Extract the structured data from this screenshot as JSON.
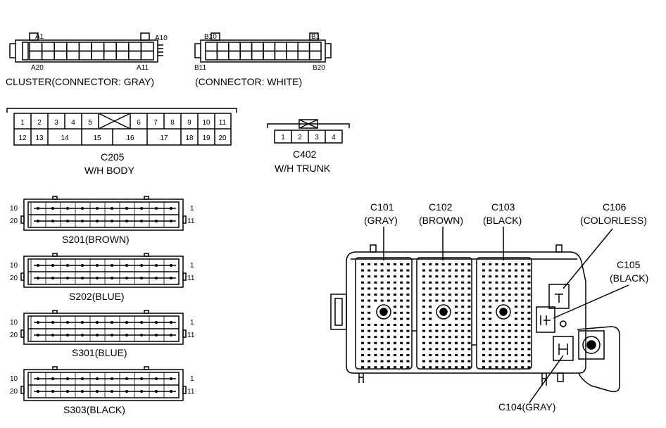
{
  "cluster_gray": {
    "caption": "CLUSTER(CONNECTOR: GRAY)",
    "pin_a1": "A1",
    "pin_a10": "A10",
    "pin_a20": "A20",
    "pin_a11": "A11"
  },
  "cluster_white": {
    "caption": "(CONNECTOR: WHITE)",
    "pin_b10": "B10",
    "pin_b1": "B1",
    "pin_b11": "B11",
    "pin_b20": "B20"
  },
  "c205": {
    "name": "C205",
    "subtitle": "W/H BODY",
    "top_row": [
      "1",
      "2",
      "3",
      "4",
      "5",
      "6",
      "7",
      "8",
      "9",
      "10",
      "11"
    ],
    "bottom_row": [
      "12",
      "13",
      "14",
      "15",
      "16",
      "17",
      "18",
      "19",
      "20"
    ]
  },
  "c402": {
    "name": "C402",
    "subtitle": "W/H TRUNK",
    "pins": [
      "1",
      "2",
      "3",
      "4"
    ]
  },
  "splices": [
    {
      "label": "S201(BROWN)",
      "left_top": "10",
      "left_bottom": "20",
      "right_top": "1",
      "right_bottom": "11"
    },
    {
      "label": "S202(BLUE)",
      "left_top": "10",
      "left_bottom": "20",
      "right_top": "1",
      "right_bottom": "11"
    },
    {
      "label": "S301(BLUE)",
      "left_top": "10",
      "left_bottom": "20",
      "right_top": "1",
      "right_bottom": "11"
    },
    {
      "label": "S303(BLACK)",
      "left_top": "10",
      "left_bottom": "20",
      "right_top": "1",
      "right_bottom": "11"
    }
  ],
  "fuse_block": {
    "c101_name": "C101",
    "c101_color": "(GRAY)",
    "c102_name": "C102",
    "c102_color": "(BROWN)",
    "c103_name": "C103",
    "c103_color": "(BLACK)",
    "c106_name": "C106",
    "c106_color": "(COLORLESS)",
    "c105_name": "C105",
    "c105_color": "(BLACK)",
    "c104_label": "C104(GRAY)"
  }
}
